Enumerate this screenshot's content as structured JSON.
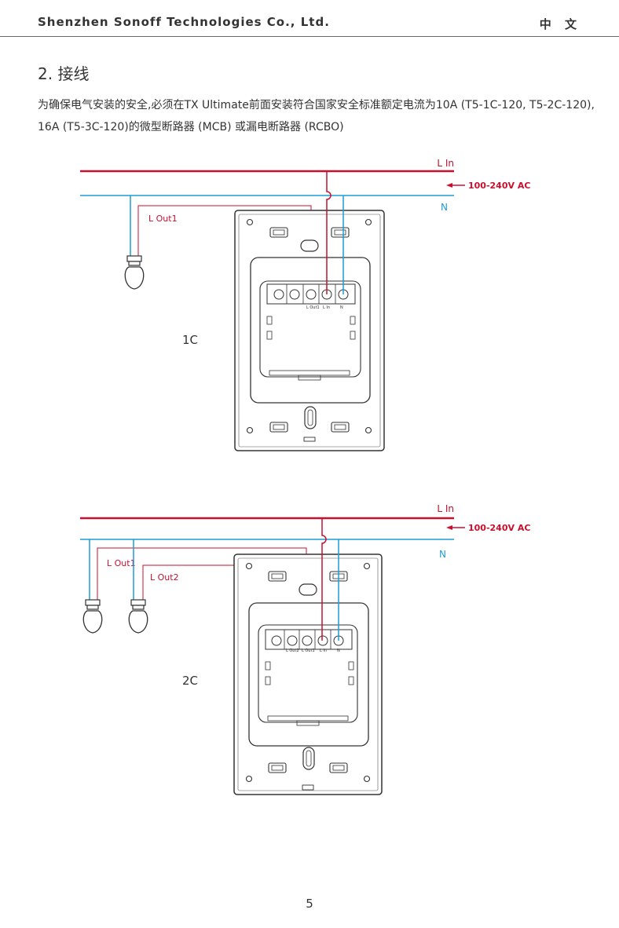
{
  "header": {
    "company": "Shenzhen Sonoff Technologies Co., Ltd.",
    "language": "中 文"
  },
  "section": {
    "title": "2. 接线",
    "body": "为确保电气安装的安全,必须在TX Ultimate前面安装符合国家安全标准额定电流为10A (T5-1C-120, T5-2C-120), 16A (T5-3C-120)的微型断路器 (MCB) 或漏电断路器 (RCBO)"
  },
  "diagram_1c": {
    "line_in": "L In",
    "voltage": "100-240V AC",
    "neutral": "N",
    "load_label": "L Out1",
    "model": "1C",
    "terminal_labels": [
      "L Out1",
      "L In",
      "N"
    ]
  },
  "diagram_2c": {
    "line_in": "L In",
    "voltage": "100-240V AC",
    "neutral": "N",
    "load_label_1": "L Out1",
    "load_label_2": "L Out2",
    "model": "2C",
    "terminal_labels": [
      "L Out2",
      "L Out1",
      "L In",
      "N"
    ]
  },
  "colors": {
    "live": "#c8102e",
    "neutral": "#1e9bd7",
    "outline": "#333333"
  },
  "footer": {
    "page_number": "5"
  }
}
